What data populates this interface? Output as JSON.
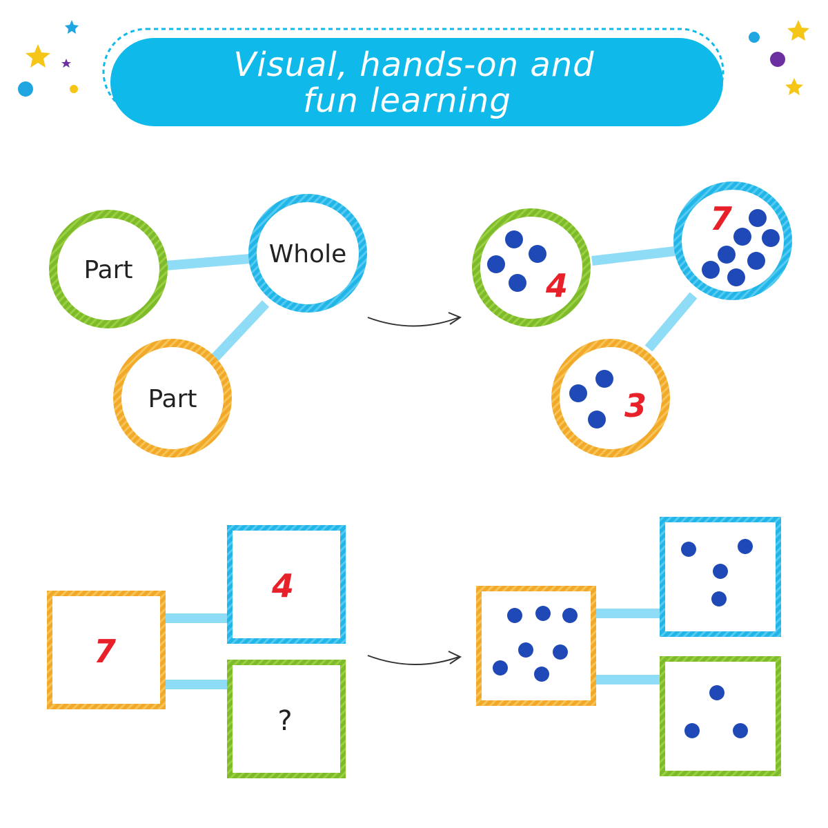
{
  "title": {
    "line1": "Visual, hands-on and",
    "line2": "fun learning"
  },
  "colors": {
    "banner": "#0fb9ea",
    "green": "#7dbb2a",
    "blue": "#22b5e8",
    "orange": "#f2a92a",
    "connector": "#8fdcf6",
    "dot": "#1f49b6",
    "numeral": "#e8202a",
    "star_yellow": "#f5c518",
    "star_blue": "#1fa6e0",
    "star_purple": "#6b2fa0"
  },
  "circle_model": {
    "part_a_label": "Part",
    "whole_label": "Whole",
    "part_b_label": "Part"
  },
  "circle_example": {
    "part_a_number": "4",
    "part_a_dots": 4,
    "whole_number": "7",
    "whole_dots": 7,
    "part_b_number": "3",
    "part_b_dots": 3
  },
  "box_model": {
    "whole_number": "7",
    "part_a_number": "4",
    "part_b_unknown": "?"
  },
  "box_example": {
    "whole_dots": 7,
    "part_a_dots": 4,
    "part_b_dots": 3
  },
  "icons": [
    "star-icon",
    "dot-icon",
    "arrow-icon"
  ]
}
